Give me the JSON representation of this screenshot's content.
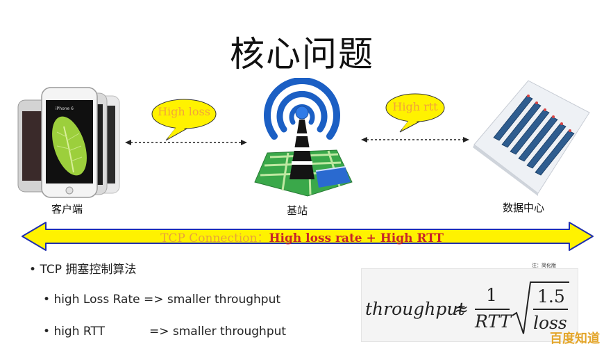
{
  "title": "核心问题",
  "nodes": {
    "client": "客户端",
    "base_station": "基站",
    "datacenter": "数据中心"
  },
  "phone_screen_text": "iPhone 6",
  "bubbles": {
    "left": "High loss",
    "right": "High rtt"
  },
  "connection": {
    "prefix": "TCP Connection：",
    "emphasis": "High loss rate + High RTT"
  },
  "bullets": {
    "main": "TCP 拥塞控制算法",
    "sub1": "high Loss Rate => smaller throughput",
    "sub2_left": "high RTT",
    "sub2_right": "=> smaller throughput"
  },
  "formula": {
    "note": "注：简化版",
    "lhs": "throughput",
    "approx": "≈",
    "numerator": "1",
    "denominator": "RTT",
    "sqrt_numerator": "1.5",
    "sqrt_denominator": "loss"
  },
  "watermark": "百度知道",
  "colors": {
    "bubble_fill": "#fff200",
    "arrow_fill": "#fff200",
    "arrow_stroke": "#1f2fb0",
    "bubble_text": "#f2a33a",
    "emphasis_text": "#c8242a",
    "wave_blue": "#1b5fc4",
    "map_green": "#3aa84a"
  }
}
